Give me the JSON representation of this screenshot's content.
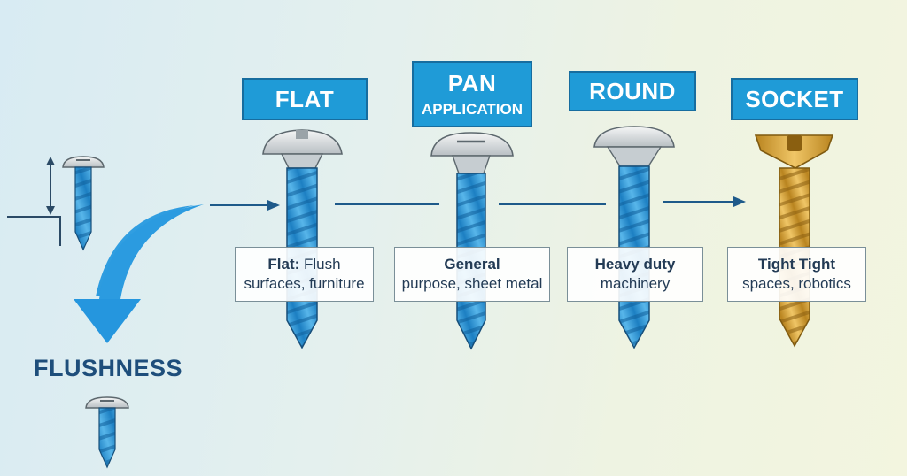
{
  "screws": [
    {
      "label": "FLAT",
      "sublabel": "",
      "desc_bold": "Flat:",
      "desc_line1": " Flush",
      "desc_line2": "surfaces, furniture",
      "color": "#2e95d3"
    },
    {
      "label": "PAN",
      "sublabel": "APPLICATION",
      "desc_bold": "General",
      "desc_line1": "",
      "desc_line2": "purpose, sheet metal",
      "color": "#2e95d3"
    },
    {
      "label": "ROUND",
      "sublabel": "",
      "desc_bold": "Heavy duty",
      "desc_line1": "",
      "desc_line2": "machinery",
      "color": "#2e95d3"
    },
    {
      "label": "SOCKET",
      "sublabel": "",
      "desc_bold": "Tight Tight",
      "desc_line1": "",
      "desc_line2": "spaces, robotics",
      "color": "#d9a43a"
    }
  ],
  "flushness": {
    "title": "FLUSHNESS"
  },
  "colors": {
    "accent": "#1f9bd7",
    "thread_blue": "#2e95d3",
    "thread_gold": "#d9a43a",
    "dark_blue": "#1e4e7b"
  }
}
